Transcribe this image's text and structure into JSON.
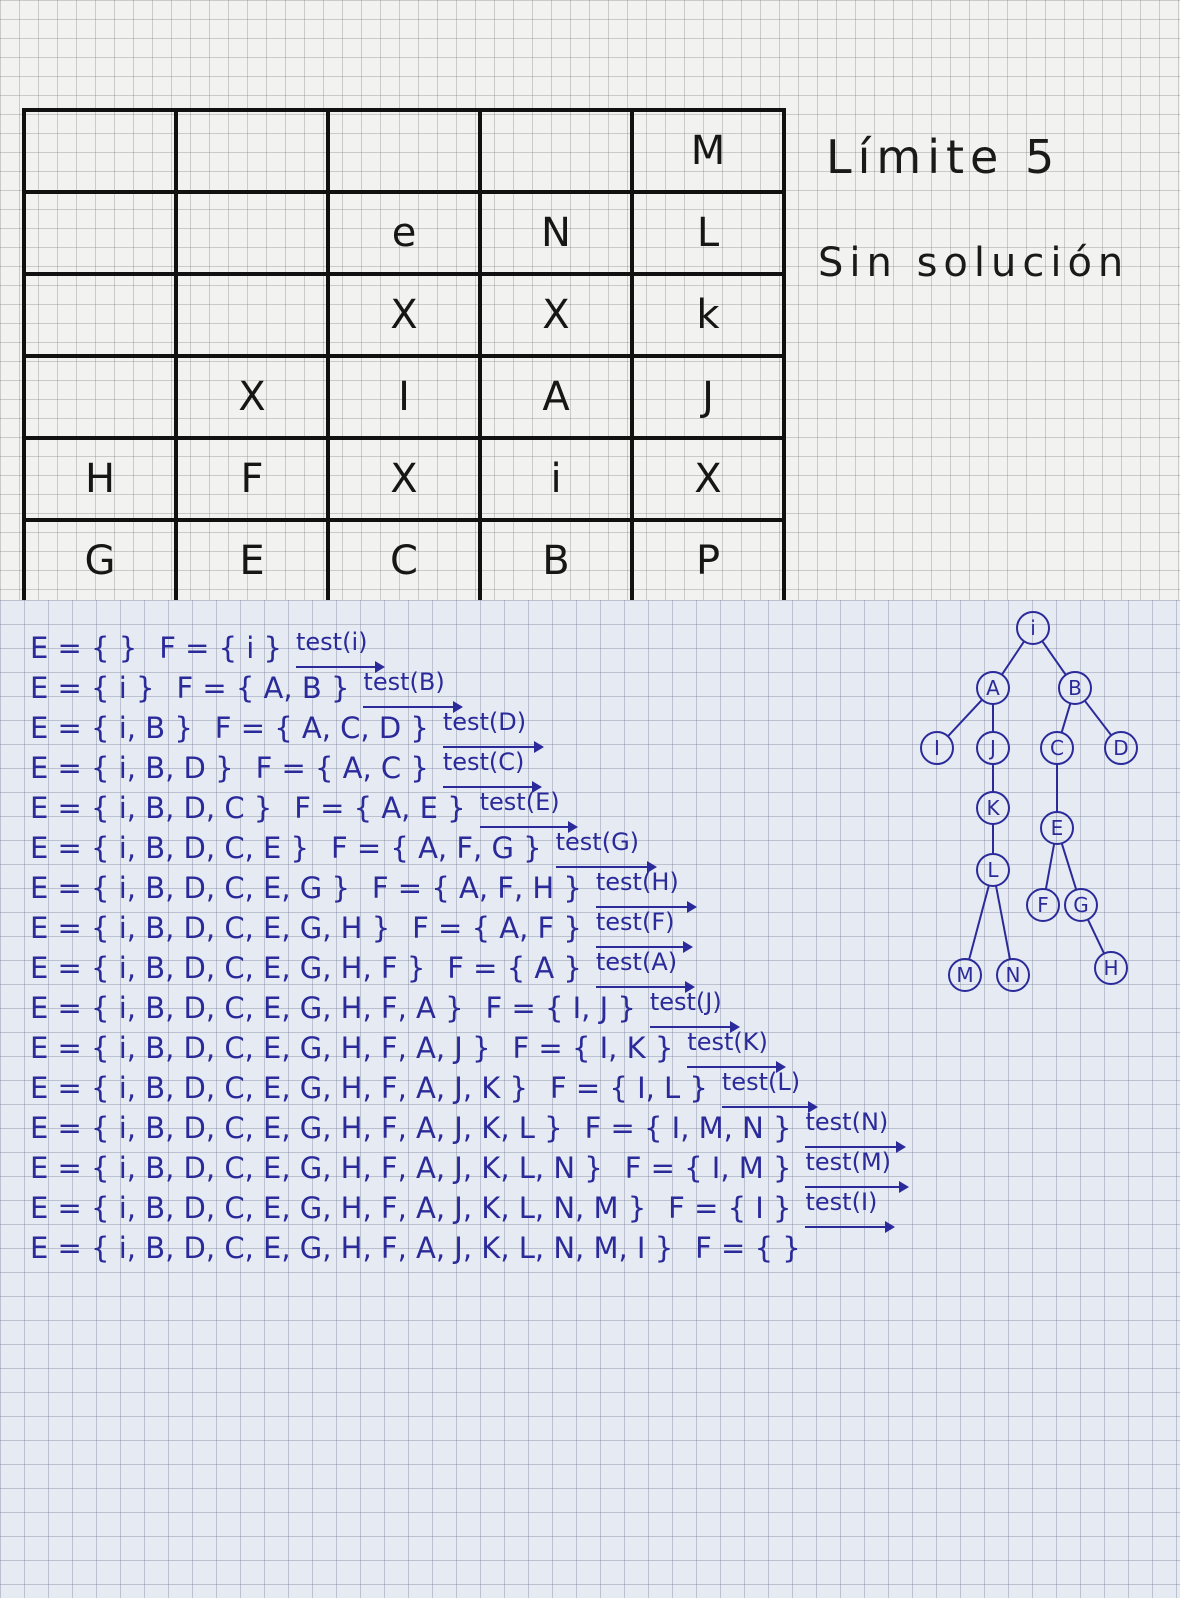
{
  "grid": {
    "rows": [
      [
        "",
        "",
        "",
        "",
        "M"
      ],
      [
        "",
        "",
        "e",
        "N",
        "L"
      ],
      [
        "",
        "",
        "X",
        "X",
        "k"
      ],
      [
        "",
        "X",
        "I",
        "A",
        "J"
      ],
      [
        "H",
        "F",
        "X",
        "i",
        "X"
      ],
      [
        "G",
        "E",
        "C",
        "B",
        "P"
      ]
    ]
  },
  "notes": {
    "limit": "Límite 5",
    "result": "Sin solución"
  },
  "steps": [
    {
      "e": "E = { }",
      "f": "F = { i }",
      "test": "test(i)"
    },
    {
      "e": "E = { i }",
      "f": "F = { A, B }",
      "test": "test(B)"
    },
    {
      "e": "E = { i, B }",
      "f": "F = { A, C, D }",
      "test": "test(D)"
    },
    {
      "e": "E = { i, B, D }",
      "f": "F = { A, C }",
      "test": "test(C)"
    },
    {
      "e": "E = { i, B, D, C }",
      "f": "F = { A, E }",
      "test": "test(E)"
    },
    {
      "e": "E = { i, B, D, C, E }",
      "f": "F = { A, F, G }",
      "test": "test(G)"
    },
    {
      "e": "E = { i, B, D, C, E, G }",
      "f": "F = { A, F, H }",
      "test": "test(H)"
    },
    {
      "e": "E = { i, B, D, C, E, G, H }",
      "f": "F = { A, F }",
      "test": "test(F)"
    },
    {
      "e": "E = { i, B, D, C, E, G, H, F }",
      "f": "F = { A }",
      "test": "test(A)"
    },
    {
      "e": "E = { i, B, D, C, E, G, H, F, A }",
      "f": "F = { I, J }",
      "test": "test(J)"
    },
    {
      "e": "E = { i, B, D, C, E, G, H, F, A, J }",
      "f": "F = { I, K }",
      "test": "test(K)"
    },
    {
      "e": "E = { i, B, D, C, E, G, H, F, A, J, K }",
      "f": "F = { I, L }",
      "test": "test(L)"
    },
    {
      "e": "E = { i, B, D, C, E, G, H, F, A, J, K, L }",
      "f": "F = { I, M, N }",
      "test": "test(N)"
    },
    {
      "e": "E = { i, B, D, C, E, G, H, F, A, J, K, L, N }",
      "f": "F = { I, M }",
      "test": "test(M)"
    },
    {
      "e": "E = { i, B, D, C, E, G, H, F, A, J, K, L, N, M }",
      "f": "F = { I }",
      "test": "test(I)"
    },
    {
      "e": "E = { i, B, D, C, E, G, H, F, A, J, K, L, N, M, I }",
      "f": "F = { }",
      "test": ""
    }
  ],
  "tree": {
    "nodes": [
      "i",
      "A",
      "B",
      "I",
      "J",
      "C",
      "D",
      "K",
      "E",
      "L",
      "F",
      "G",
      "M",
      "N",
      "H"
    ],
    "edges": [
      [
        "i",
        "A"
      ],
      [
        "i",
        "B"
      ],
      [
        "A",
        "I"
      ],
      [
        "A",
        "J"
      ],
      [
        "B",
        "C"
      ],
      [
        "B",
        "D"
      ],
      [
        "J",
        "K"
      ],
      [
        "C",
        "E"
      ],
      [
        "K",
        "L"
      ],
      [
        "E",
        "F"
      ],
      [
        "E",
        "G"
      ],
      [
        "L",
        "M"
      ],
      [
        "L",
        "N"
      ],
      [
        "G",
        "H"
      ]
    ]
  },
  "colors": {
    "ink_blue": "#2a2a9a",
    "pencil": "#161616"
  }
}
